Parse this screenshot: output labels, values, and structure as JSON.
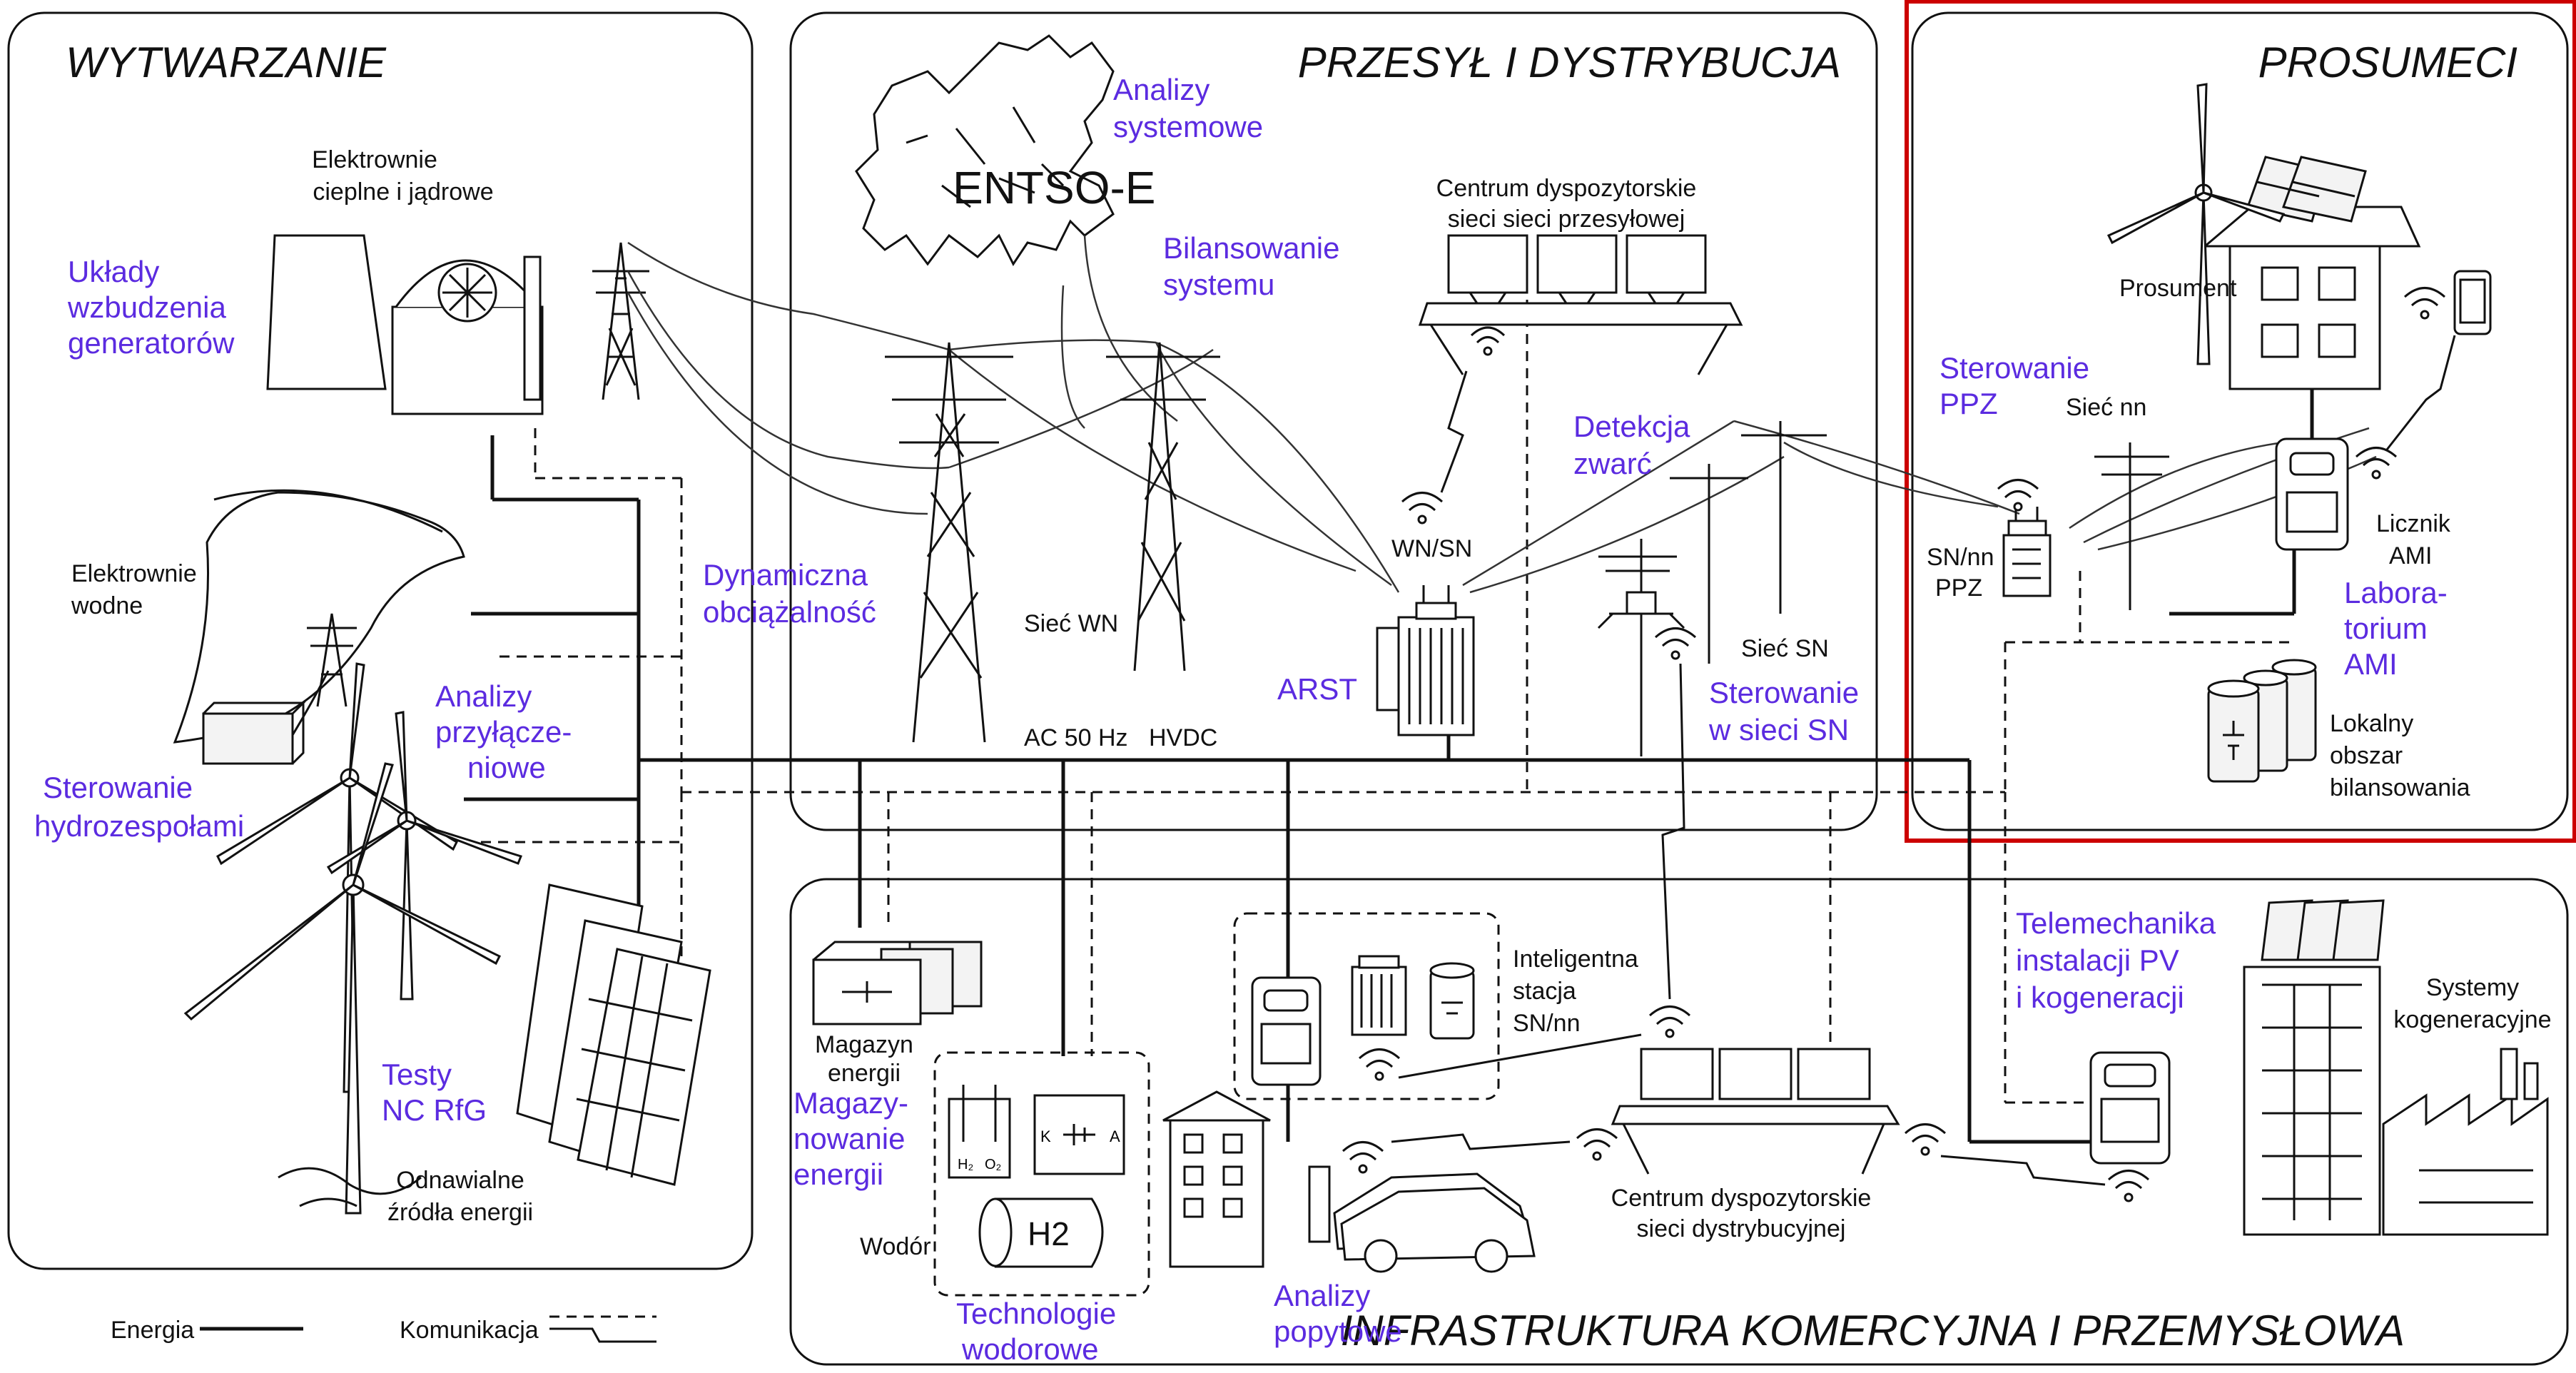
{
  "sections": {
    "generation": "WYTWARZANIE",
    "transmission": "PRZESYŁ I DYSTRYBUCJA",
    "prosumers": "PROSUMECI",
    "commercial": "INFRASTRUKTURA KOMERCYJNA I PRZEMYSŁOWA"
  },
  "labels": {
    "thermal_1": "Elektrownie",
    "thermal_2": "cieplne i jądrowe",
    "hydro_1": "Elektrownie",
    "hydro_2": "wodne",
    "renew_1": "Odnawialne",
    "renew_2": "źródła energii",
    "entsoe": "ENTSO-E",
    "tso_center_1": "Centrum dyspozytorskie",
    "tso_center_2": "sieci sieci przesyłowej",
    "wn_sn": "WN/SN",
    "siec_wn": "Sieć WN",
    "ac": "AC 50 Hz",
    "hvdc": "HVDC",
    "siec_sn": "Sieć SN",
    "prosument": "Prosument",
    "siec_nn": "Sieć nn",
    "sn_nn_1": "SN/nn",
    "sn_nn_2": "PPZ",
    "licznik_1": "Licznik",
    "licznik_2": "AMI",
    "local_1": "Lokalny",
    "local_2": "obszar",
    "local_3": "bilansowania",
    "storage_1": "Magazyn",
    "storage_2": "energii",
    "hydrogen": "Wodór",
    "smart_1": "Inteligentna",
    "smart_2": "stacja",
    "smart_3": "SN/nn",
    "dso_center_1": "Centrum dyspozytorskie",
    "dso_center_2": "sieci dystrybucyjnej",
    "cogen_1": "Systemy",
    "cogen_2": "kogeneracyjne",
    "h2": "H2",
    "cell_k": "K",
    "cell_a": "A",
    "h2_small": "H₂",
    "o2_small": "O₂"
  },
  "functions": {
    "uklady_1": "Układy",
    "uklady_2": "wzbudzenia",
    "uklady_3": "generatorów",
    "sterowanie_hydro_1": "Sterowanie",
    "sterowanie_hydro_2": "hydrozespołami",
    "analizy_przyl_1": "Analizy",
    "analizy_przyl_2": "przyłącze-",
    "analizy_przyl_3": "niowe",
    "testy_1": "Testy",
    "testy_2": "NC RfG",
    "analizy_sys_1": "Analizy",
    "analizy_sys_2": "systemowe",
    "bilans_1": "Bilansowanie",
    "bilans_2": "systemu",
    "dyn_1": "Dynamiczna",
    "dyn_2": "obciążalność",
    "arst": "ARST",
    "detekcja_1": "Detekcja",
    "detekcja_2": "zwarć",
    "ster_sn_1": "Sterowanie",
    "ster_sn_2": "w sieci SN",
    "ster_ppz_1": "Sterowanie",
    "ster_ppz_2": "PPZ",
    "lab_1": "Labora-",
    "lab_2": "torium",
    "lab_3": "AMI",
    "tele_1": "Telemechanika",
    "tele_2": "instalacji PV",
    "tele_3": "i kogeneracji",
    "magaz_1": "Magazy-",
    "magaz_2": "nowanie",
    "magaz_3": "energii",
    "tech_1": "Technologie",
    "tech_2": "wodorowe",
    "popyt_1": "Analizy",
    "popyt_2": "popytowe"
  },
  "legend": {
    "energy": "Energia",
    "communication": "Komunikacja"
  },
  "colors": {
    "function_text": "#5b2be0",
    "highlight_box": "#cc0000",
    "line": "#111111"
  }
}
